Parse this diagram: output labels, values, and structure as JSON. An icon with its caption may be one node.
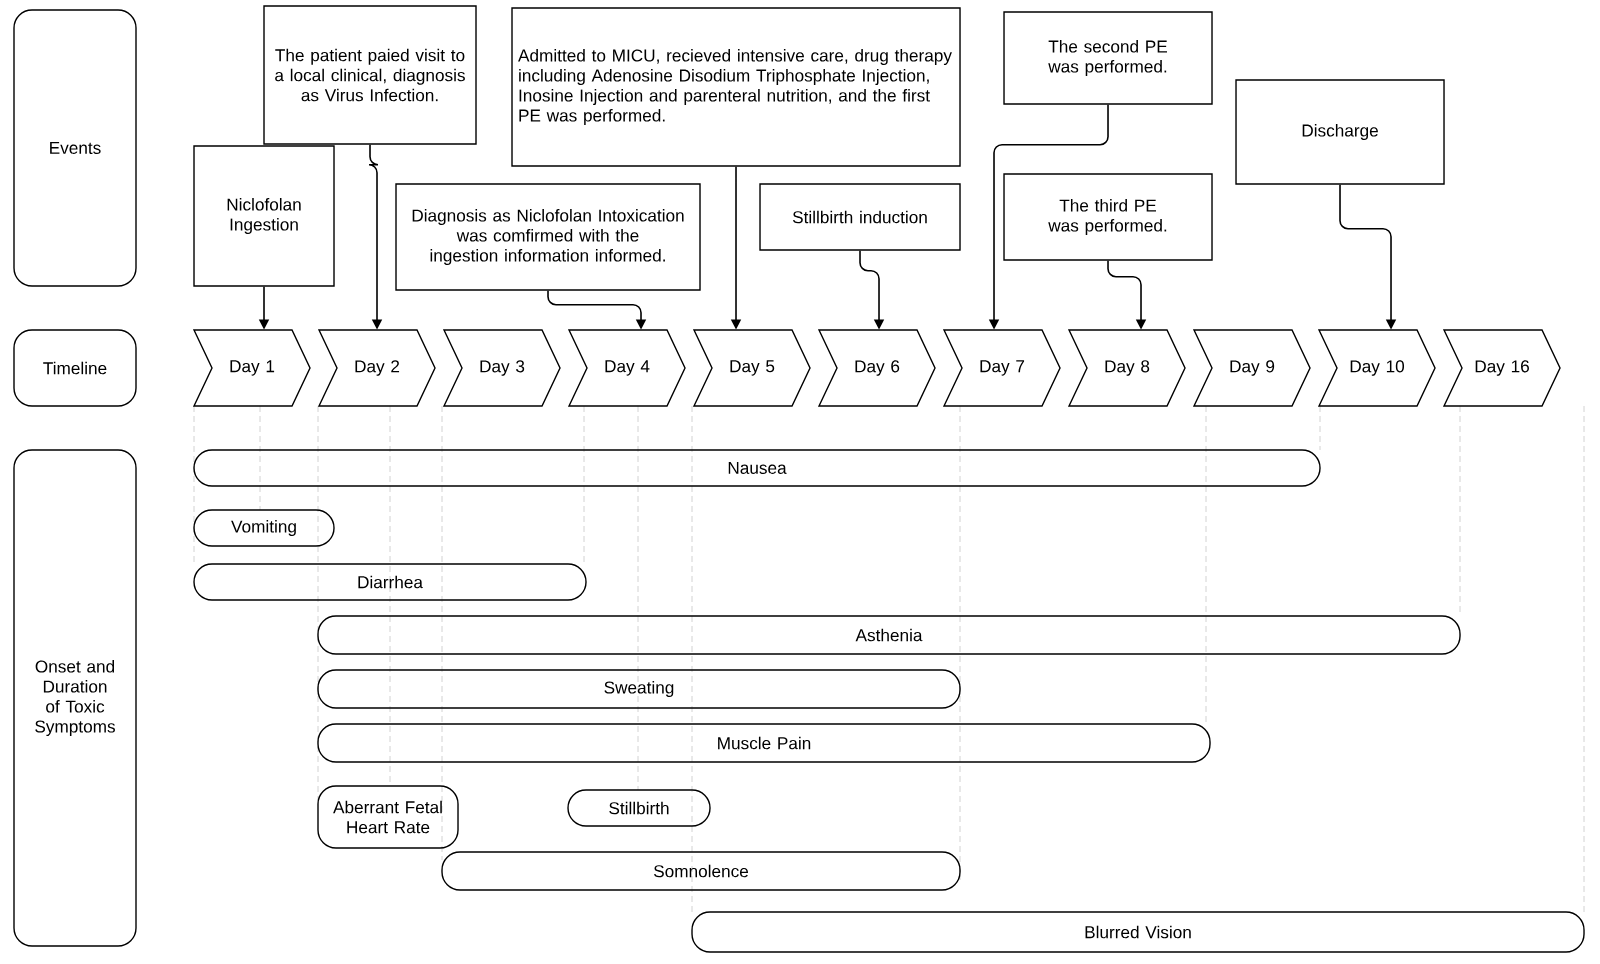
{
  "diagram": {
    "nodes": [
      {
        "text": [
          "Events"
        ]
      },
      {
        "text": [
          "Timeline"
        ]
      },
      {
        "text": [
          "Onset and Duration of Toxic Symptoms"
        ]
      },
      {
        "text": [
          "Day 1"
        ]
      },
      {
        "text": [
          "Day 2"
        ]
      },
      {
        "text": [
          "Day 3"
        ]
      },
      {
        "text": [
          "Day 4"
        ]
      },
      {
        "text": [
          "Day 5"
        ]
      },
      {
        "text": [
          "Day 6"
        ]
      },
      {
        "text": [
          "Day 7"
        ]
      },
      {
        "text": [
          "Day 8"
        ]
      },
      {
        "text": [
          "Day 9"
        ]
      },
      {
        "text": [
          "Day 10"
        ]
      },
      {
        "text": [
          "Day 16"
        ]
      },
      {
        "text": [
          "Niclofolan Ingestion"
        ]
      },
      {
        "text": [
          "The patient paied  visit to a local clinical, diagnosis as Virus Infection."
        ]
      },
      {
        "text": [
          "Diagnosis as Niclofolan Intoxication was comfirmed with the ingestion information informed."
        ]
      },
      {
        "text": [
          "Admitted to MICU, recieved intensive care, drug therapy including Adenosine Disodium Triphosphate Injection, Inosine Injection and parenteral nutrition, and the first PE was performed."
        ]
      },
      {
        "text": [
          "Stillbirth induction"
        ]
      },
      {
        "text": [
          "The second PE was performed."
        ]
      },
      {
        "text": [
          "The third PE was performed."
        ]
      },
      {
        "text": [
          "Discharge"
        ]
      },
      {
        "text": [
          "Nausea"
        ]
      },
      {
        "text": [
          "Vomiting"
        ]
      },
      {
        "text": [
          "Diarrhea"
        ]
      },
      {
        "text": [
          "Asthenia"
        ]
      },
      {
        "text": [
          "Sweating"
        ]
      },
      {
        "text": [
          "Muscle Pain"
        ]
      },
      {
        "text": [
          "Aberrant Fetal Heart Rate"
        ]
      },
      {
        "text": [
          "Stillbirth"
        ]
      },
      {
        "text": [
          "Somnolence"
        ]
      },
      {
        "text": [
          "Blurred Vision"
        ]
      }
    ],
    "edges": [
      {
        "from": 14,
        "to": 3,
        "arrow": "to"
      },
      {
        "from": 15,
        "to": 4,
        "arrow": "to"
      },
      {
        "from": 16,
        "to": 6,
        "arrow": "to"
      },
      {
        "from": 17,
        "to": 7,
        "arrow": "to"
      },
      {
        "from": 18,
        "to": 8,
        "arrow": "to"
      },
      {
        "from": 19,
        "to": 9,
        "arrow": "to"
      },
      {
        "from": 20,
        "to": 10,
        "arrow": "to"
      },
      {
        "from": 21,
        "to": 12,
        "arrow": "to"
      }
    ]
  }
}
